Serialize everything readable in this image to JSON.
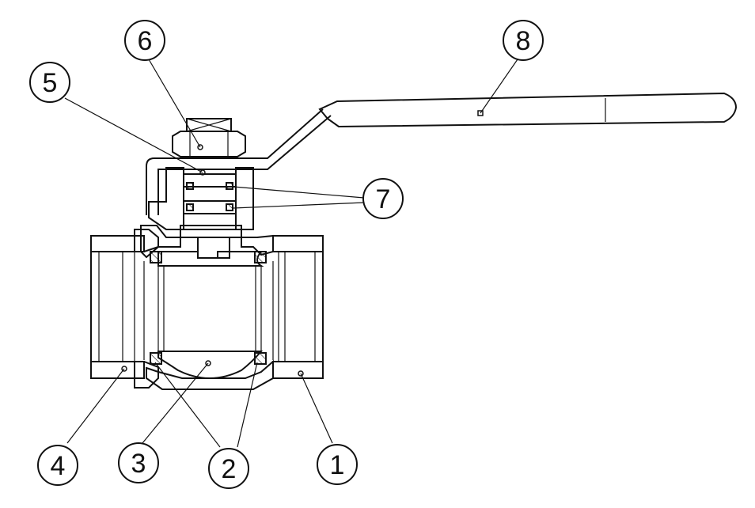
{
  "diagram": {
    "callouts": [
      {
        "id": "c1",
        "label": "1"
      },
      {
        "id": "c2",
        "label": "2"
      },
      {
        "id": "c3",
        "label": "3"
      },
      {
        "id": "c4",
        "label": "4"
      },
      {
        "id": "c5",
        "label": "5"
      },
      {
        "id": "c6",
        "label": "6"
      },
      {
        "id": "c7",
        "label": "7"
      },
      {
        "id": "c8",
        "label": "8"
      }
    ]
  },
  "colors": {
    "line": "#111111",
    "background": "#ffffff"
  }
}
